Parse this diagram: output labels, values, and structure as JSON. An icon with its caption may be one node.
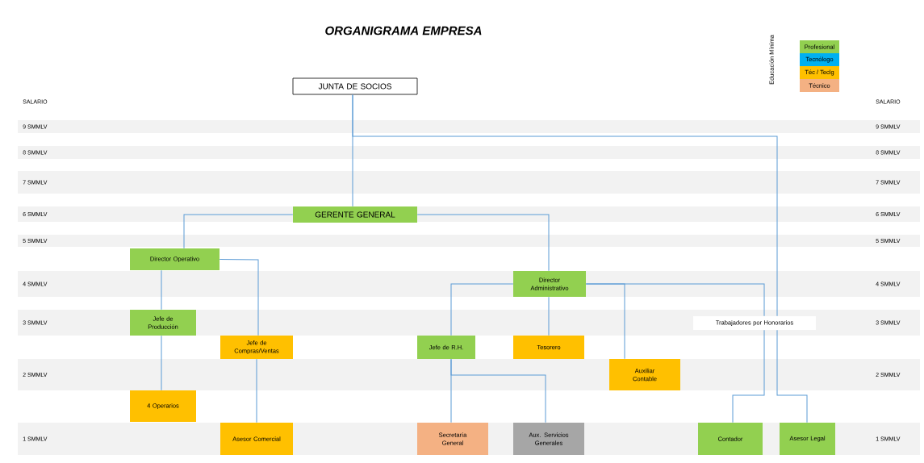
{
  "diagram": {
    "title": "ORGANIGRAMA EMPRESA",
    "nodes": [
      {
        "text": [
          "JUNTA DE SOCIOS"
        ]
      },
      {
        "text": [
          "GERENTE GENERAL"
        ]
      },
      {
        "text": [
          "Director Operativo"
        ]
      },
      {
        "text": [
          "Director Administrativo"
        ]
      },
      {
        "text": [
          "Jefe de Producción"
        ]
      },
      {
        "text": [
          "Jefe de Compras/Ventas"
        ]
      },
      {
        "text": [
          "Jefe de R.H."
        ]
      },
      {
        "text": [
          "Tesorero"
        ]
      },
      {
        "text": [
          "Auxiliar Contable"
        ]
      },
      {
        "text": [
          "Trabajadores por Honorarios"
        ]
      },
      {
        "text": [
          "4 Operarios"
        ]
      },
      {
        "text": [
          "Asesor Comercial"
        ]
      },
      {
        "text": [
          "Secretaría General"
        ]
      },
      {
        "text": [
          "Aux. Servicios Generales"
        ]
      },
      {
        "text": [
          "Contador"
        ]
      },
      {
        "text": [
          "Asesor Legal"
        ]
      }
    ],
    "edges": [
      {
        "from": 0,
        "to": 1,
        "arrow": "none"
      },
      {
        "from": 0,
        "to": 9,
        "arrow": "none"
      },
      {
        "from": 1,
        "to": 2,
        "arrow": "none"
      },
      {
        "from": 1,
        "to": 3,
        "arrow": "none"
      },
      {
        "from": 2,
        "to": 4,
        "arrow": "none"
      },
      {
        "from": 2,
        "to": 5,
        "arrow": "none"
      },
      {
        "from": 3,
        "to": 6,
        "arrow": "none"
      },
      {
        "from": 3,
        "to": 7,
        "arrow": "none"
      },
      {
        "from": 3,
        "to": 8,
        "arrow": "none"
      },
      {
        "from": 3,
        "to": 9,
        "arrow": "none"
      },
      {
        "from": 4,
        "to": 10,
        "arrow": "none"
      },
      {
        "from": 5,
        "to": 11,
        "arrow": "none"
      },
      {
        "from": 6,
        "to": 12,
        "arrow": "none"
      },
      {
        "from": 6,
        "to": 13,
        "arrow": "none"
      },
      {
        "from": 9,
        "to": 14,
        "arrow": "none"
      },
      {
        "from": 9,
        "to": 15,
        "arrow": "none"
      }
    ],
    "labels": [
      "Educación Mínima",
      "SALARIO",
      "SALARIO",
      "9 SMMLV",
      "9 SMMLV",
      "8 SMMLV",
      "8 SMMLV",
      "7 SMMLV",
      "7 SMMLV",
      "6 SMMLV",
      "6 SMMLV",
      "5 SMMLV",
      "5 SMMLV",
      "4 SMMLV",
      "4 SMMLV",
      "3 SMMLV",
      "3 SMMLV",
      "2 SMMLV",
      "2 SMMLV",
      "1 SMMLV",
      "1 SMMLV"
    ],
    "legend": [
      {
        "text": "Profesional",
        "color": "#92d050"
      },
      {
        "text": "Tecnólogo",
        "color": "#00b0f0"
      },
      {
        "text": "Téc / Teclg",
        "color": "#ffc000"
      },
      {
        "text": "Técnico",
        "color": "#f4b183"
      }
    ]
  }
}
